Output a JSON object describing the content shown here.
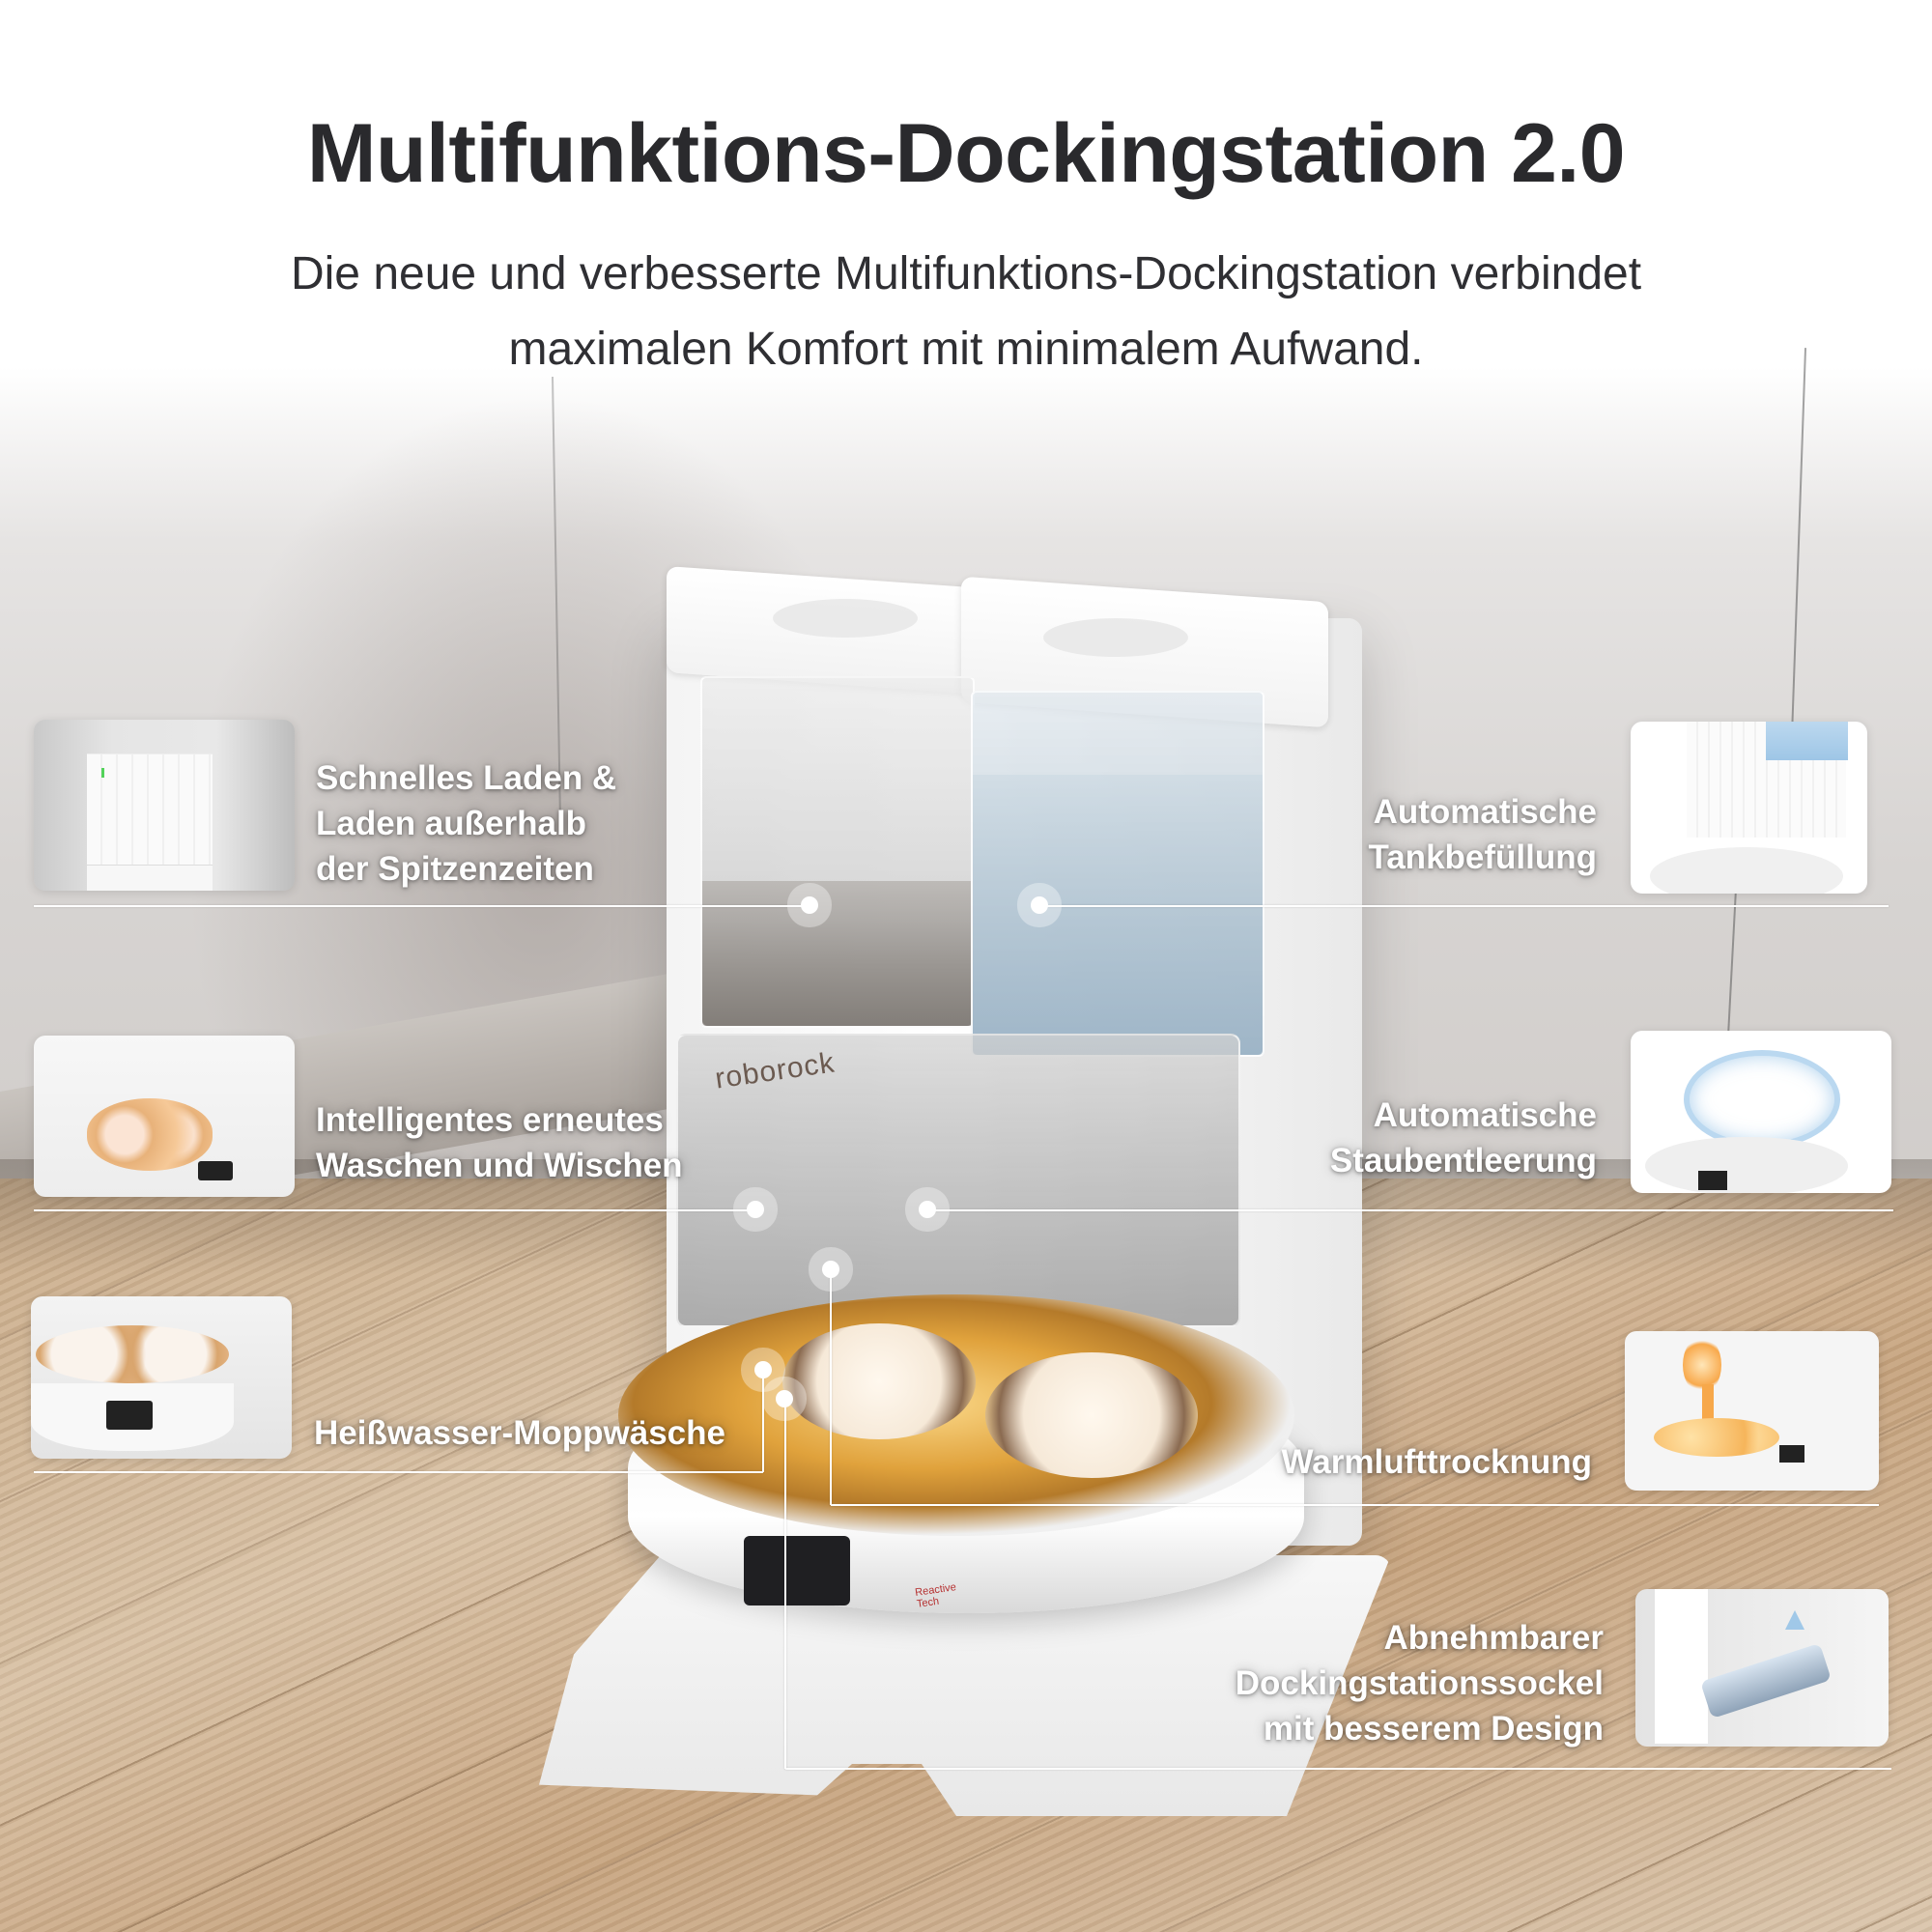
{
  "header": {
    "title": "Multifunktions-Dockingstation 2.0",
    "subtitle_line1": "Die neue und verbesserte Multifunktions-Dockingstation verbindet",
    "subtitle_line2": "maximalen Komfort mit minimalem Aufwand."
  },
  "product": {
    "brand": "roborock",
    "robot_label": "Reactive Tech"
  },
  "features": {
    "left": [
      {
        "lines": [
          "Schnelles Laden &",
          "Laden außerhalb",
          "der Spitzenzeiten"
        ],
        "thumbnail": "charging-station-thumbnail"
      },
      {
        "lines": [
          "Intelligentes erneutes",
          "Waschen und Wischen"
        ],
        "thumbnail": "mop-rewash-thumbnail"
      },
      {
        "lines": [
          "Heißwasser-Moppwäsche"
        ],
        "thumbnail": "hot-water-wash-thumbnail"
      }
    ],
    "right": [
      {
        "lines": [
          "Automatische",
          "Tankbefüllung"
        ],
        "thumbnail": "tank-refill-thumbnail"
      },
      {
        "lines": [
          "Automatische",
          "Staubentleerung"
        ],
        "thumbnail": "dust-emptying-thumbnail"
      },
      {
        "lines": [
          "Warmlufttrocknung"
        ],
        "thumbnail": "warm-air-drying-thumbnail"
      },
      {
        "lines": [
          "Abnehmbarer",
          "Dockingstationssockel",
          "mit besserem Design"
        ],
        "thumbnail": "detachable-base-thumbnail"
      }
    ]
  },
  "colors": {
    "title": "#2a2a2d",
    "label_text": "#ffffff",
    "connector_line": "#ffffff",
    "wall": "#d7d4d2",
    "floor": "#c9ab88",
    "tank_refill_blue": "#9ec6e6",
    "warm_air_orange": "#f7a84a"
  }
}
